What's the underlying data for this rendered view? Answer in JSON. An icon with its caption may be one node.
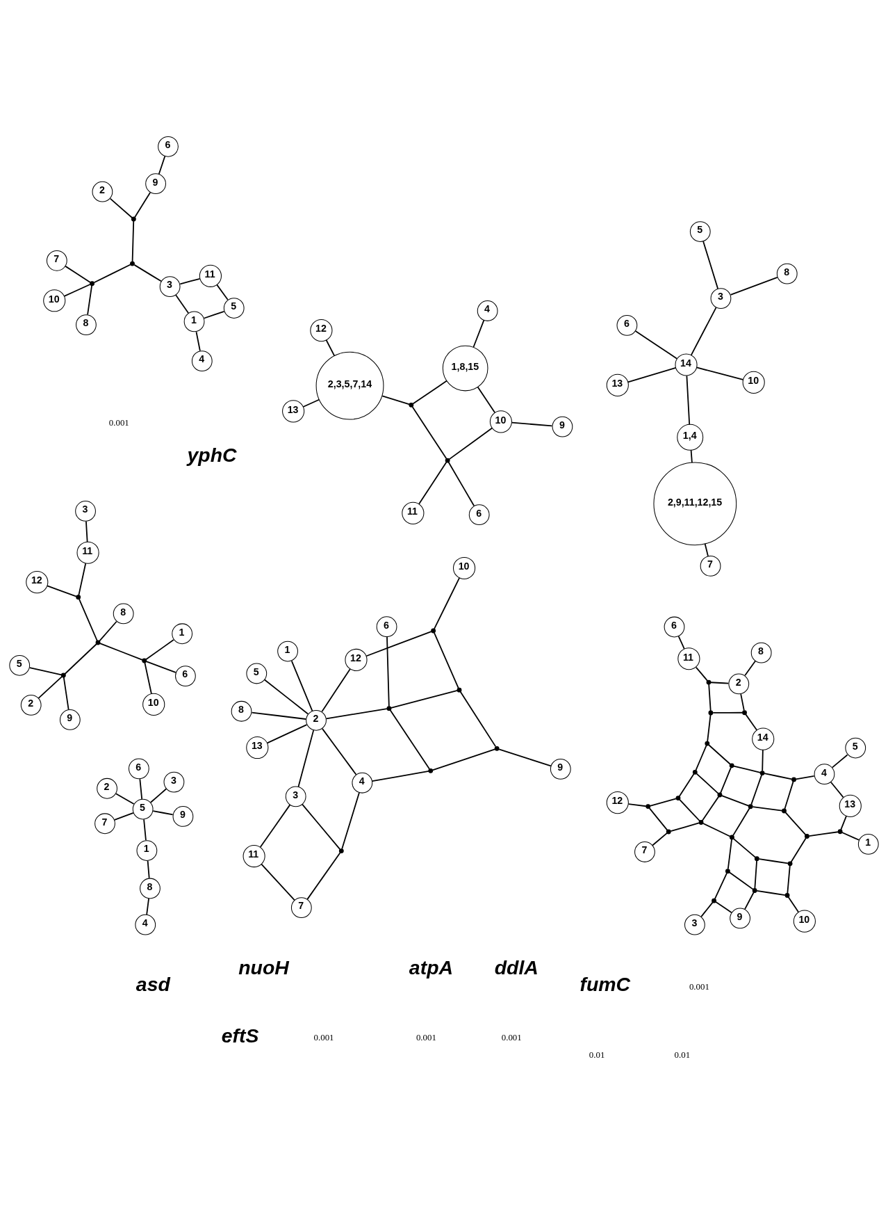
{
  "diagram": {
    "nodes": [
      {
        "text": [
          "7"
        ]
      },
      {
        "text": [
          "12"
        ]
      },
      {
        "text": [],
        "shape": "point"
      },
      {
        "text": [],
        "shape": "point"
      },
      {
        "text": [],
        "shape": "point"
      },
      {
        "text": [],
        "shape": "point"
      },
      {
        "text": [],
        "shape": "point"
      },
      {
        "text": [],
        "shape": "point"
      },
      {
        "text": [
          "3"
        ]
      },
      {
        "text": [
          "9"
        ]
      },
      {
        "text": [
          "10"
        ]
      },
      {
        "text": [],
        "shape": "point"
      },
      {
        "text": [],
        "shape": "point"
      },
      {
        "text": [],
        "shape": "point"
      },
      {
        "text": [],
        "shape": "point"
      },
      {
        "text": [],
        "shape": "point"
      },
      {
        "text": [],
        "shape": "point"
      },
      {
        "text": [],
        "shape": "point"
      },
      {
        "text": [],
        "shape": "point"
      },
      {
        "text": [],
        "shape": "point"
      },
      {
        "text": [],
        "shape": "point"
      },
      {
        "text": [],
        "shape": "point"
      },
      {
        "text": [],
        "shape": "point"
      },
      {
        "text": [],
        "shape": "point"
      },
      {
        "text": [],
        "shape": "point"
      },
      {
        "text": [],
        "shape": "point"
      },
      {
        "text": [
          "6"
        ]
      },
      {
        "text": [
          "11"
        ]
      },
      {
        "text": [],
        "shape": "point"
      },
      {
        "text": [
          "14"
        ]
      },
      {
        "text": [
          "2"
        ]
      },
      {
        "text": [
          "1"
        ]
      },
      {
        "text": [],
        "shape": "point"
      },
      {
        "text": [],
        "shape": "point"
      },
      {
        "text": [
          "13"
        ]
      },
      {
        "text": [
          "4"
        ]
      },
      {
        "text": [
          "8"
        ]
      },
      {
        "text": [
          "5"
        ]
      },
      {
        "text": [
          "2"
        ]
      },
      {
        "text": [
          "3"
        ]
      },
      {
        "text": [
          "1"
        ]
      },
      {
        "text": [
          "5"
        ]
      },
      {
        "text": [
          "8"
        ]
      },
      {
        "text": [
          "6"
        ]
      },
      {
        "text": [
          "4"
        ]
      },
      {
        "text": [
          "9"
        ]
      },
      {
        "text": [
          "7"
        ]
      },
      {
        "text": [
          "13"
        ]
      },
      {
        "text": [
          "12"
        ]
      },
      {
        "text": [
          "2,3,5,7,14"
        ]
      },
      {
        "text": [],
        "shape": "point"
      },
      {
        "text": [
          "1,8,15"
        ]
      },
      {
        "text": [
          "4"
        ]
      },
      {
        "text": [],
        "shape": "point"
      },
      {
        "text": [
          "10"
        ]
      },
      {
        "text": [
          "9"
        ]
      },
      {
        "text": [
          "6"
        ]
      },
      {
        "text": [
          "11"
        ]
      },
      {
        "text": [
          "2"
        ]
      },
      {
        "text": [
          "5"
        ]
      },
      {
        "text": [
          "9"
        ]
      },
      {
        "text": [],
        "shape": "point"
      },
      {
        "text": [
          "1"
        ]
      },
      {
        "text": [
          "3"
        ]
      },
      {
        "text": [],
        "shape": "point"
      },
      {
        "text": [],
        "shape": "point"
      },
      {
        "text": [
          "11"
        ]
      },
      {
        "text": [],
        "shape": "point"
      },
      {
        "text": [
          "10"
        ]
      },
      {
        "text": [
          "12"
        ]
      },
      {
        "text": [
          "6"
        ]
      },
      {
        "text": [
          "8"
        ]
      },
      {
        "text": [
          "11"
        ]
      },
      {
        "text": [
          "7"
        ]
      },
      {
        "text": [],
        "shape": "point"
      },
      {
        "text": [
          "3"
        ]
      },
      {
        "text": [
          "1"
        ]
      },
      {
        "text": [
          "2"
        ]
      },
      {
        "text": [
          "4"
        ]
      },
      {
        "text": [
          "13"
        ]
      },
      {
        "text": [],
        "shape": "point"
      },
      {
        "text": [],
        "shape": "point"
      },
      {
        "text": [
          "8"
        ]
      },
      {
        "text": [
          "5"
        ]
      },
      {
        "text": [
          "12"
        ]
      },
      {
        "text": [],
        "shape": "point"
      },
      {
        "text": [],
        "shape": "point"
      },
      {
        "text": [
          "9"
        ]
      },
      {
        "text": [],
        "shape": "point"
      },
      {
        "text": [
          "6"
        ]
      },
      {
        "text": [
          "10"
        ]
      },
      {
        "text": [
          "2"
        ]
      },
      {
        "text": [
          "6"
        ]
      },
      {
        "text": [
          "9"
        ]
      },
      {
        "text": [],
        "shape": "point"
      },
      {
        "text": [],
        "shape": "point"
      },
      {
        "text": [
          "7"
        ]
      },
      {
        "text": [],
        "shape": "point"
      },
      {
        "text": [
          "4"
        ]
      },
      {
        "text": [
          "1"
        ]
      },
      {
        "text": [
          "3"
        ]
      },
      {
        "text": [
          "8"
        ]
      },
      {
        "text": [
          "10"
        ]
      },
      {
        "text": [
          "5"
        ]
      },
      {
        "text": [
          "11"
        ]
      },
      {
        "text": [
          "6"
        ]
      },
      {
        "text": [
          "5"
        ]
      },
      {
        "text": [
          "8"
        ]
      },
      {
        "text": [
          "3"
        ]
      },
      {
        "text": [
          "1,4"
        ]
      },
      {
        "text": [
          "14"
        ]
      },
      {
        "text": [
          "2,9,11,12,15"
        ]
      },
      {
        "text": [
          "10"
        ]
      },
      {
        "text": [
          "13"
        ]
      },
      {
        "text": [
          "7"
        ]
      }
    ],
    "edges": [
      {
        "from": 0,
        "to": 2,
        "arrow": "none"
      },
      {
        "from": 1,
        "to": 3,
        "arrow": "none"
      },
      {
        "from": 2,
        "to": 3,
        "arrow": "none"
      },
      {
        "from": 2,
        "to": 4,
        "arrow": "none"
      },
      {
        "from": 3,
        "to": 5,
        "arrow": "none"
      },
      {
        "from": 4,
        "to": 5,
        "arrow": "none"
      },
      {
        "from": 4,
        "to": 6,
        "arrow": "none"
      },
      {
        "from": 5,
        "to": 7,
        "arrow": "none"
      },
      {
        "from": 6,
        "to": 7,
        "arrow": "none"
      },
      {
        "from": 4,
        "to": 14,
        "arrow": "none"
      },
      {
        "from": 6,
        "to": 17,
        "arrow": "none"
      },
      {
        "from": 7,
        "to": 19,
        "arrow": "none"
      },
      {
        "from": 6,
        "to": 18,
        "arrow": "none"
      },
      {
        "from": 18,
        "to": 19,
        "arrow": "none"
      },
      {
        "from": 17,
        "to": 23,
        "arrow": "none"
      },
      {
        "from": 18,
        "to": 23,
        "arrow": "none"
      },
      {
        "from": 14,
        "to": 17,
        "arrow": "none"
      },
      {
        "from": 14,
        "to": 12,
        "arrow": "none"
      },
      {
        "from": 12,
        "to": 11,
        "arrow": "none"
      },
      {
        "from": 11,
        "to": 8,
        "arrow": "none"
      },
      {
        "from": 9,
        "to": 11,
        "arrow": "none"
      },
      {
        "from": 9,
        "to": 13,
        "arrow": "none"
      },
      {
        "from": 13,
        "to": 12,
        "arrow": "none"
      },
      {
        "from": 13,
        "to": 15,
        "arrow": "none"
      },
      {
        "from": 15,
        "to": 10,
        "arrow": "none"
      },
      {
        "from": 13,
        "to": 16,
        "arrow": "none"
      },
      {
        "from": 16,
        "to": 14,
        "arrow": "none"
      },
      {
        "from": 15,
        "to": 20,
        "arrow": "none"
      },
      {
        "from": 20,
        "to": 16,
        "arrow": "none"
      },
      {
        "from": 20,
        "to": 21,
        "arrow": "none"
      },
      {
        "from": 21,
        "to": 22,
        "arrow": "none"
      },
      {
        "from": 22,
        "to": 17,
        "arrow": "none"
      },
      {
        "from": 21,
        "to": 32,
        "arrow": "none"
      },
      {
        "from": 32,
        "to": 31,
        "arrow": "none"
      },
      {
        "from": 32,
        "to": 34,
        "arrow": "none"
      },
      {
        "from": 34,
        "to": 35,
        "arrow": "none"
      },
      {
        "from": 35,
        "to": 37,
        "arrow": "none"
      },
      {
        "from": 35,
        "to": 33,
        "arrow": "none"
      },
      {
        "from": 33,
        "to": 22,
        "arrow": "none"
      },
      {
        "from": 33,
        "to": 23,
        "arrow": "none"
      },
      {
        "from": 23,
        "to": 29,
        "arrow": "none"
      },
      {
        "from": 29,
        "to": 28,
        "arrow": "none"
      },
      {
        "from": 28,
        "to": 24,
        "arrow": "none"
      },
      {
        "from": 24,
        "to": 19,
        "arrow": "none"
      },
      {
        "from": 28,
        "to": 30,
        "arrow": "none"
      },
      {
        "from": 24,
        "to": 25,
        "arrow": "none"
      },
      {
        "from": 25,
        "to": 30,
        "arrow": "none"
      },
      {
        "from": 25,
        "to": 27,
        "arrow": "none"
      },
      {
        "from": 27,
        "to": 26,
        "arrow": "none"
      },
      {
        "from": 30,
        "to": 36,
        "arrow": "none"
      },
      {
        "from": 44,
        "to": 42,
        "arrow": "none"
      },
      {
        "from": 42,
        "to": 40,
        "arrow": "none"
      },
      {
        "from": 40,
        "to": 41,
        "arrow": "none"
      },
      {
        "from": 41,
        "to": 38,
        "arrow": "none"
      },
      {
        "from": 41,
        "to": 39,
        "arrow": "none"
      },
      {
        "from": 41,
        "to": 43,
        "arrow": "none"
      },
      {
        "from": 41,
        "to": 45,
        "arrow": "none"
      },
      {
        "from": 41,
        "to": 46,
        "arrow": "none"
      },
      {
        "from": 48,
        "to": 49,
        "arrow": "none"
      },
      {
        "from": 47,
        "to": 49,
        "arrow": "none"
      },
      {
        "from": 49,
        "to": 50,
        "arrow": "none"
      },
      {
        "from": 50,
        "to": 51,
        "arrow": "none"
      },
      {
        "from": 51,
        "to": 52,
        "arrow": "none"
      },
      {
        "from": 50,
        "to": 53,
        "arrow": "none"
      },
      {
        "from": 51,
        "to": 54,
        "arrow": "none"
      },
      {
        "from": 54,
        "to": 53,
        "arrow": "none"
      },
      {
        "from": 54,
        "to": 55,
        "arrow": "none"
      },
      {
        "from": 53,
        "to": 56,
        "arrow": "none"
      },
      {
        "from": 53,
        "to": 57,
        "arrow": "none"
      },
      {
        "from": 58,
        "to": 61,
        "arrow": "none"
      },
      {
        "from": 59,
        "to": 61,
        "arrow": "none"
      },
      {
        "from": 60,
        "to": 61,
        "arrow": "none"
      },
      {
        "from": 61,
        "to": 64,
        "arrow": "none"
      },
      {
        "from": 64,
        "to": 65,
        "arrow": "none"
      },
      {
        "from": 65,
        "to": 66,
        "arrow": "none"
      },
      {
        "from": 66,
        "to": 63,
        "arrow": "none"
      },
      {
        "from": 65,
        "to": 69,
        "arrow": "none"
      },
      {
        "from": 64,
        "to": 71,
        "arrow": "none"
      },
      {
        "from": 64,
        "to": 67,
        "arrow": "none"
      },
      {
        "from": 67,
        "to": 62,
        "arrow": "none"
      },
      {
        "from": 67,
        "to": 68,
        "arrow": "none"
      },
      {
        "from": 67,
        "to": 70,
        "arrow": "none"
      },
      {
        "from": 72,
        "to": 73,
        "arrow": "none"
      },
      {
        "from": 72,
        "to": 75,
        "arrow": "none"
      },
      {
        "from": 75,
        "to": 74,
        "arrow": "none"
      },
      {
        "from": 73,
        "to": 74,
        "arrow": "none"
      },
      {
        "from": 74,
        "to": 78,
        "arrow": "none"
      },
      {
        "from": 75,
        "to": 77,
        "arrow": "none"
      },
      {
        "from": 77,
        "to": 78,
        "arrow": "none"
      },
      {
        "from": 76,
        "to": 77,
        "arrow": "none"
      },
      {
        "from": 79,
        "to": 77,
        "arrow": "none"
      },
      {
        "from": 82,
        "to": 77,
        "arrow": "none"
      },
      {
        "from": 83,
        "to": 77,
        "arrow": "none"
      },
      {
        "from": 78,
        "to": 80,
        "arrow": "none"
      },
      {
        "from": 80,
        "to": 81,
        "arrow": "none"
      },
      {
        "from": 77,
        "to": 81,
        "arrow": "none"
      },
      {
        "from": 77,
        "to": 84,
        "arrow": "none"
      },
      {
        "from": 81,
        "to": 89,
        "arrow": "none"
      },
      {
        "from": 81,
        "to": 86,
        "arrow": "none"
      },
      {
        "from": 80,
        "to": 85,
        "arrow": "none"
      },
      {
        "from": 86,
        "to": 85,
        "arrow": "none"
      },
      {
        "from": 86,
        "to": 88,
        "arrow": "none"
      },
      {
        "from": 84,
        "to": 88,
        "arrow": "none"
      },
      {
        "from": 85,
        "to": 87,
        "arrow": "none"
      },
      {
        "from": 88,
        "to": 90,
        "arrow": "none"
      },
      {
        "from": 91,
        "to": 94,
        "arrow": "none"
      },
      {
        "from": 92,
        "to": 93,
        "arrow": "none"
      },
      {
        "from": 93,
        "to": 94,
        "arrow": "none"
      },
      {
        "from": 94,
        "to": 95,
        "arrow": "none"
      },
      {
        "from": 95,
        "to": 97,
        "arrow": "none"
      },
      {
        "from": 97,
        "to": 96,
        "arrow": "none"
      },
      {
        "from": 97,
        "to": 101,
        "arrow": "none"
      },
      {
        "from": 97,
        "to": 102,
        "arrow": "none"
      },
      {
        "from": 95,
        "to": 100,
        "arrow": "none"
      },
      {
        "from": 100,
        "to": 99,
        "arrow": "none"
      },
      {
        "from": 99,
        "to": 98,
        "arrow": "none"
      },
      {
        "from": 99,
        "to": 103,
        "arrow": "none"
      },
      {
        "from": 100,
        "to": 104,
        "arrow": "none"
      },
      {
        "from": 103,
        "to": 104,
        "arrow": "none"
      },
      {
        "from": 106,
        "to": 108,
        "arrow": "none"
      },
      {
        "from": 107,
        "to": 108,
        "arrow": "none"
      },
      {
        "from": 108,
        "to": 110,
        "arrow": "none"
      },
      {
        "from": 105,
        "to": 110,
        "arrow": "none"
      },
      {
        "from": 110,
        "to": 112,
        "arrow": "none"
      },
      {
        "from": 110,
        "to": 113,
        "arrow": "none"
      },
      {
        "from": 110,
        "to": 109,
        "arrow": "none"
      },
      {
        "from": 109,
        "to": 111,
        "arrow": "none"
      },
      {
        "from": 111,
        "to": 114,
        "arrow": "none"
      }
    ],
    "labels": [
      "0.001",
      "asd",
      "0.001",
      "atpA",
      "0.001",
      "ddlA",
      "0.001",
      "eftS",
      "0.001",
      "yphC",
      "0.01",
      "nuoH",
      "fumC",
      "0.01"
    ]
  }
}
